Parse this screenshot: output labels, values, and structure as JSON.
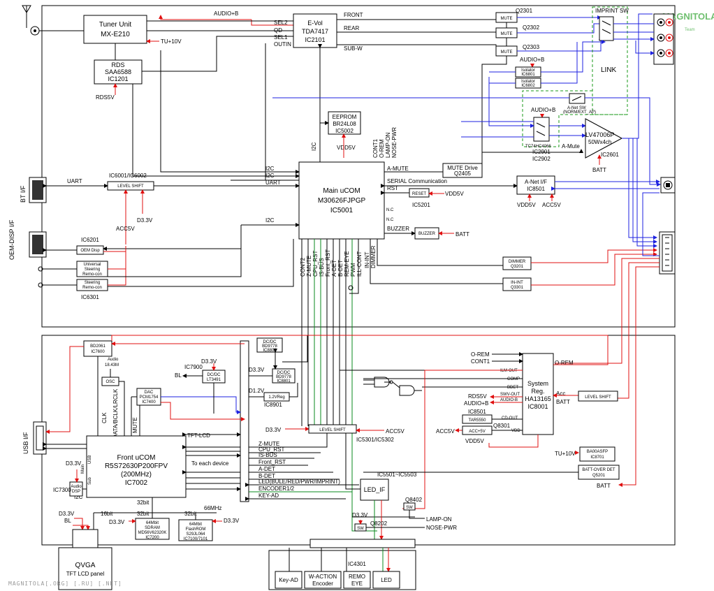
{
  "tuner": {
    "l1": "Tuner Unit",
    "l2": "MX-E210",
    "tu": "TU+10V",
    "audio_b": "AUDIO+B"
  },
  "rds": {
    "l1": "RDS",
    "l2": "SAA6588",
    "l3": "IC1201",
    "pwr": "RDS5V"
  },
  "evol": {
    "l1": "E-Vol",
    "l2": "TDA7417",
    "l3": "IC2101",
    "sel2": "SEL2",
    "qd": "QD",
    "sel1": "SEL1",
    "outin": "OUTIN",
    "front": "FRONT",
    "rear": "REAR",
    "subw": "SUB-W"
  },
  "mute": {
    "label": "MUTE",
    "q1": "Q2301",
    "q2": "Q2302",
    "q3": "Q2303"
  },
  "imprint_sw": "IMPRINT SW",
  "link": "LINK",
  "isolator": {
    "audio_b": "AUDIO+B",
    "a1": "Isolator",
    "a2": "IC6801",
    "b1": "Isolator",
    "b2": "IC6802"
  },
  "anet_sw": {
    "l1": "A-Net SW",
    "l2": "(NORM/EXT_AP)"
  },
  "tc74": {
    "audio_b": "AUDIO+B",
    "part": "TC74HC4066",
    "ic": "IC2901",
    "ic2": "IC2902"
  },
  "amp": {
    "l1": "LV47006P",
    "l2": "50Wx4ch",
    "ic": "IC2601",
    "amute": "A-Mute",
    "batt": "BATT"
  },
  "eeprom": {
    "l1": "EEPROM",
    "l2": "BR24L08",
    "l3": "IC5002",
    "pwr": "VDD5V",
    "i2c": "I2C"
  },
  "ucom_sig": [
    "CONT1",
    "O-REM",
    "LAMP-ON",
    "NOSE-PWR"
  ],
  "main_ucom": {
    "l1": "Main uCOM",
    "l2": "M30626FJPGP",
    "l3": "IC5001",
    "i2c1": "I2C",
    "i2c2": "I2C",
    "uart": "UART",
    "i2c3": "I2C",
    "nc1": "N.C",
    "nc2": "N.C"
  },
  "mute_drive": {
    "amute": "A-MUTE",
    "l1": "MUTE Drive",
    "l2": "Q2405"
  },
  "serial": {
    "label": "SERIAL Communication",
    "rst": "RST",
    "reset": "RESET",
    "ic": "IC5201",
    "vdd": "VDD5V"
  },
  "anet_if": {
    "l1": "A-Net I/F",
    "l2": "IC8501",
    "vdd": "VDD5V",
    "acc": "ACC5V"
  },
  "buzzer": {
    "sig": "BUZZER",
    "label": "BUZZER",
    "batt": "BATT"
  },
  "bt": {
    "label": "BT I/F",
    "uart": "UART"
  },
  "level_shift1": {
    "l1": "IC6001/IC6002",
    "box": "LEVEL SHIFT",
    "acc": "ACC5V",
    "d33": "D3.3V"
  },
  "oem": {
    "label": "OEM-DISP I/F",
    "ic": "IC6201",
    "disp": "OEM Disp",
    "usr1": "Universal",
    "usr2": "Steering",
    "usr3": "Remo-con",
    "st1": "Steering",
    "st2": "Remo-con",
    "st_ic": "IC6301"
  },
  "vsig": [
    "CONT2",
    "Z-MUTE",
    "CPU_RST",
    "IS-BUS",
    "Front_RST",
    "A-DET",
    "B-DET",
    "REM-EYE",
    "PWM",
    "ILL-CONT",
    "IN-INT",
    "DIMMER"
  ],
  "dimmer": {
    "l1": "DIMMER",
    "l2": "Q3201"
  },
  "inint": {
    "l1": "IN-INT",
    "l2": "Q3301"
  },
  "usb": {
    "label": "USB I/F",
    "bd1": "BD2061",
    "bd2": "IC7600"
  },
  "audio_osc": {
    "l1": "Audio",
    "l2": "18.43M",
    "osc": "OSC"
  },
  "dac": {
    "l1": "DAC",
    "l2": "PCM1754",
    "l3": "IC7400",
    "clk": "CLK",
    "data": "DATA/BCLK/LRCLK",
    "mute": "MUTE"
  },
  "dcdc1": {
    "ic": "IC7900",
    "d33": "D3.3V",
    "bl": "BL",
    "l1": "DC/DC",
    "l2": "LT3491"
  },
  "dcdc2": {
    "l1": "DC/DC",
    "l2": "BD9778",
    "l3": "IC8801"
  },
  "dcdc3": {
    "d33": "D3.3V",
    "l1": "DC/DC",
    "l2": "BD9778",
    "l3": "IC8801"
  },
  "reg12": {
    "d12": "D1.2V",
    "l1": "1.2VReg",
    "ic": "IC8901"
  },
  "front_ucom": {
    "l1": "Front uCOM",
    "l2": "R5S72630P200FPV",
    "l3": "(200MHz)",
    "l4": "IC7002",
    "tft": "TFT-LCD",
    "each": "To each device",
    "i2c": "I2C",
    "usb": "USB",
    "main": "Main",
    "sub": "Sub"
  },
  "ic7300": {
    "ic": "IC7300",
    "d33": "D3.3V",
    "l1": "Audio",
    "l2": "DSP"
  },
  "busw": {
    "b32a": "32bit",
    "b16": "16bit",
    "b32b": "32bit",
    "b32c": "32bit",
    "mhz": "66MHz"
  },
  "sdram": {
    "d33": "D3.3V",
    "l1": "64Mbit",
    "l2": "SDRAM",
    "l3": "MD56V62320K",
    "l4": "IC7200"
  },
  "flash": {
    "d33": "D3.3V",
    "l1": "64Mbit",
    "l2": "FlashROM",
    "l3": "S29JL064",
    "l4": "IC7100/7101"
  },
  "lcd": {
    "d33": "D3.3V",
    "bl": "BL",
    "l1": "QVGA",
    "l2": "TFT LCD panel"
  },
  "ls2": {
    "d33": "D3.3V",
    "box": "LEVEL SHIFT",
    "acc": "ACC5V",
    "ic": "IC5301/IC5302"
  },
  "bus_labels": [
    "Z-MUTE",
    "CPU_RST",
    "IS-BUS",
    "Front_RST",
    "A-DET",
    "B-DET",
    "LED(BULE/RED/PWR/IMPRINT)",
    "ENCODER1/2",
    "KEY-AD"
  ],
  "sysreg": {
    "l1": "System",
    "l2": "Reg.",
    "l3": "HA13165",
    "l4": "IC8001",
    "orem_in": "O-REM",
    "cont1": "CONT1",
    "orem_out": "O-REM",
    "ill": "ILM-OUT",
    "comp": "COMP",
    "bdet": "BDET",
    "swv": "SWV-OUT",
    "audio_pin": "AUDIO-B",
    "cd": "CD-OUT",
    "vdd": "VDD",
    "rds": "RDS5V",
    "audio_b": "AUDIO+B",
    "acc": "Acc",
    "batt": "BATT",
    "ic8501": "IC8501",
    "tar": "TAR5550",
    "acc_lbl": "ACC5V",
    "acc_box": "ACC+5V",
    "q": "Q8301",
    "vdd5": "VDD5V",
    "ls": "LEVEL SHIFT"
  },
  "tu_bottom": {
    "tu": "TU+10V",
    "l1": "BA00ASFP",
    "l2": "IC8701"
  },
  "battdet": {
    "l1": "BATT-OVER DET",
    "l2": "Q5201",
    "batt": "BATT"
  },
  "led_if": {
    "l1": "LED_IF",
    "ic": "IC5501~IC5503",
    "q1": "Q8402",
    "sw1": "SW",
    "lamp": "LAMP-ON",
    "d33": "D3.3V",
    "q2": "Q8202",
    "sw2": "SW",
    "nose": "NOSE-PWR"
  },
  "bottom": {
    "ic": "IC4301",
    "key": "Key-AD",
    "wa1": "W-ACTION",
    "wa2": "Encoder",
    "re1": "REMO",
    "re2": "EYE",
    "led": "LED"
  },
  "watermark": "MAGNITOLA[.ORG] [.RU] [.NET]",
  "logo": {
    "l1": "MAGNITOLA",
    "l2": "Team"
  },
  "colors": {
    "control": "#1e22e0",
    "power": "#e01010",
    "led": "#0a8a1e",
    "signal": "#000000"
  }
}
